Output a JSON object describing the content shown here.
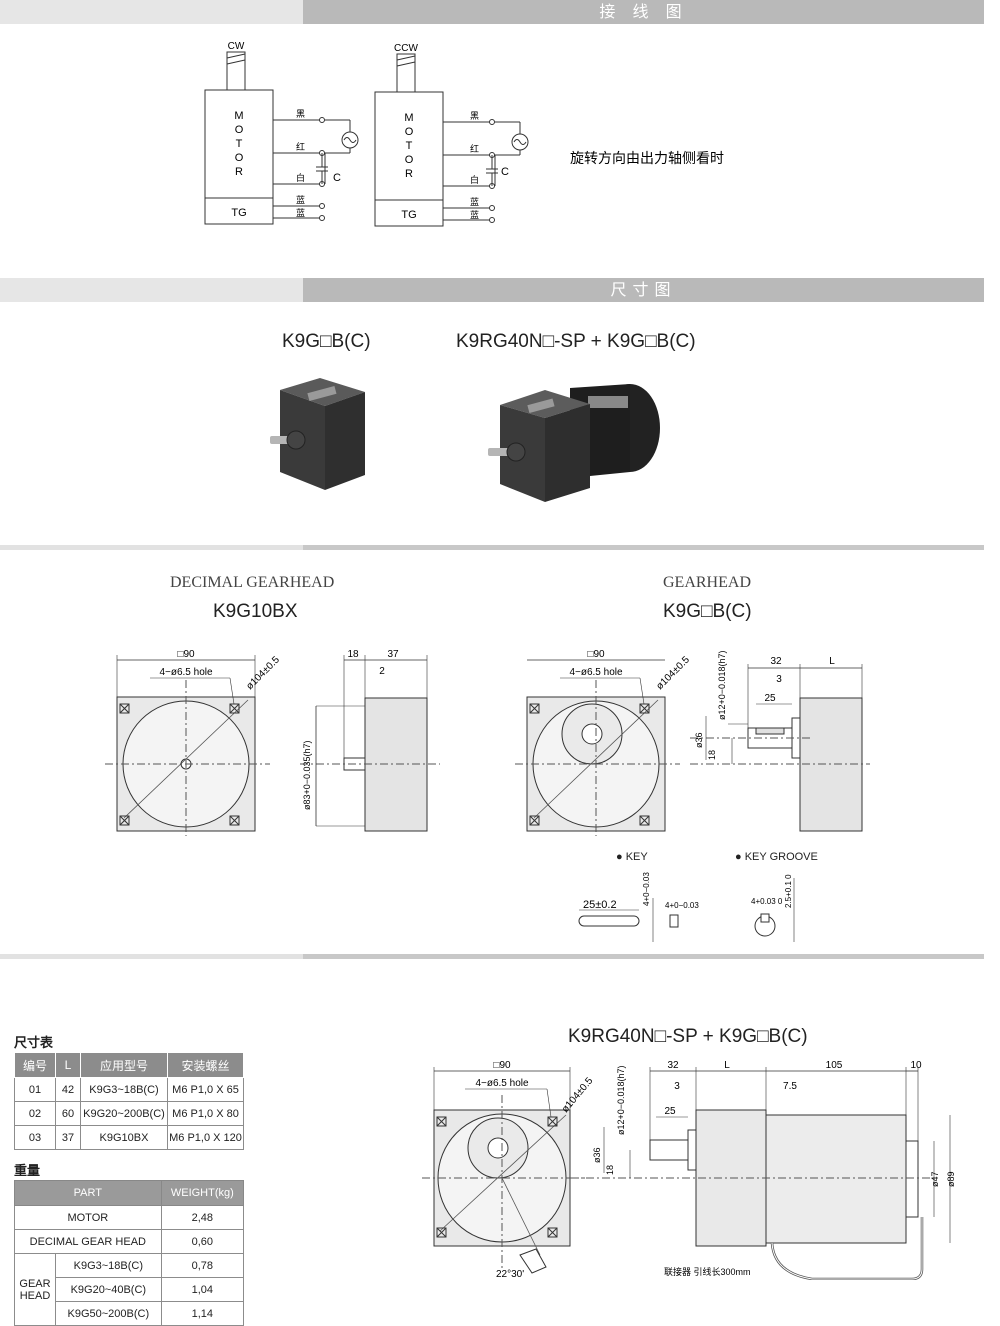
{
  "sections": {
    "wiring": "接 线 图",
    "dimensions": "尺寸图"
  },
  "wiring": {
    "cw": "CW",
    "ccw": "CCW",
    "motor_letters": [
      "M",
      "O",
      "T",
      "O",
      "R"
    ],
    "tg": "TG",
    "wires": [
      "黑",
      "红",
      "白",
      "蓝",
      "蓝"
    ],
    "capacitor": "C",
    "note": "旋转方向由出力轴侧看时"
  },
  "products": {
    "left_title": "K9G□B(C)",
    "right_title": "K9RG40N□-SP + K9G□B(C)"
  },
  "drawings": {
    "left_caption": "DECIMAL GEARHEAD",
    "left_model": "K9G10BX",
    "right_caption": "GEARHEAD",
    "right_model": "K9G□B(C)",
    "dim_sq90": "□90",
    "dim_hole": "4−ø6.5 hole",
    "dim_pcd": "ø104±0.5",
    "dim_18": "18",
    "dim_37": "37",
    "dim_2": "2",
    "dim_d83": "ø83+0−0.035(h7)",
    "dim_d12": "ø12+0−0.018(h7)",
    "dim_32": "32",
    "dim_L": "L",
    "dim_3": "3",
    "dim_25": "25",
    "dim_d36": "ø36",
    "key_label": "● KEY",
    "groove_label": "● KEY  GROOVE",
    "key_len": "25±0.2",
    "key_w": "4+0−0.03",
    "groove_w": "4+0.03 0",
    "groove_d": "2.5+0.1 0"
  },
  "table_size": {
    "title": "尺寸表",
    "headers": [
      "编号",
      "L",
      "应用型号",
      "安装螺丝"
    ],
    "rows": [
      [
        "01",
        "42",
        "K9G3~18B(C)",
        "M6 P1,0 X 65"
      ],
      [
        "02",
        "60",
        "K9G20~200B(C)",
        "M6 P1,0 X 80"
      ],
      [
        "03",
        "37",
        "K9G10BX",
        "M6 P1,0 X 120"
      ]
    ]
  },
  "table_weight": {
    "title": "重量",
    "headers": [
      "PART",
      "WEIGHT(kg)"
    ],
    "motor": [
      "MOTOR",
      "2,48"
    ],
    "decimal": [
      "DECIMAL GEAR HEAD",
      "0,60"
    ],
    "gear_head_label": "GEAR HEAD",
    "gear_rows": [
      [
        "K9G3~18B(C)",
        "0,78"
      ],
      [
        "K9G20~40B(C)",
        "1,04"
      ],
      [
        "K9G50~200B(C)",
        "1,14"
      ]
    ]
  },
  "assembly": {
    "title": "K9RG40N□-SP + K9G□B(C)",
    "dim_105": "105",
    "dim_10": "10",
    "dim_75": "7.5",
    "dim_d47": "ø47",
    "dim_d89": "ø89",
    "angle": "22°30'",
    "connector": "联接器 引线长300mm"
  }
}
